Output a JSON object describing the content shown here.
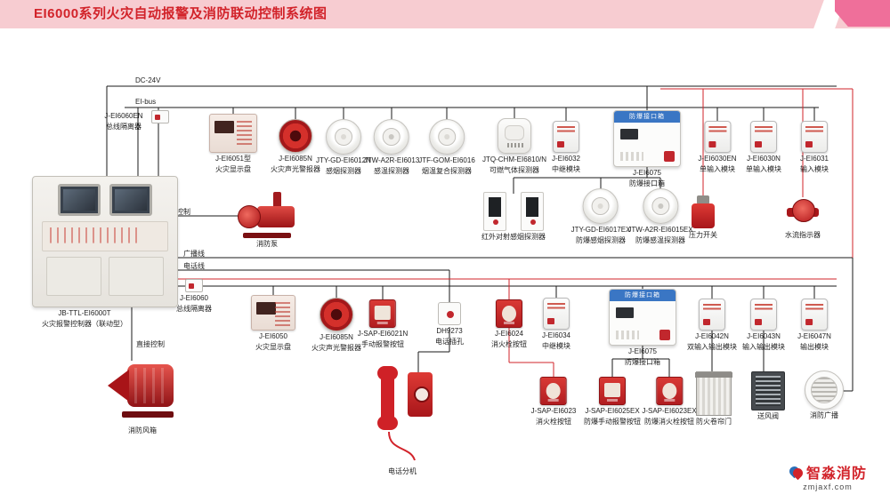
{
  "header": {
    "title": "EI6000系列火灾自动报警及消防联动控制系统图",
    "bg_color": "#f7ccd1",
    "title_color": "#d2232a",
    "ribbon_color": "#ef6f9a"
  },
  "labels": {
    "dc24v": "DC-24V",
    "eibus": "EI-bus",
    "direct_top": "直接控制",
    "direct_bottom": "直接控制",
    "broadcast": "广播线",
    "phone_line": "电话线"
  },
  "colors": {
    "wire_black": "#1a1a1a",
    "wire_red": "#d2232a",
    "expbox_strip_blue": "#3a76c4",
    "device_red": "#c1272d"
  },
  "devices": {
    "iso_top": {
      "model": "J-EI6060EN",
      "name": "总线隔离器"
    },
    "display_top": {
      "model": "J-EI6051型",
      "name": "火灾显示盘"
    },
    "sounder_top": {
      "model": "J-EI6085N",
      "name": "火灾声光警报器"
    },
    "smoke": {
      "model": "JTY-GD-EI6012N",
      "name": "感烟探测器"
    },
    "heat": {
      "model": "JTW-A2R-EI6013",
      "name": "感温探测器"
    },
    "combo": {
      "model": "JTF-GOM-EI6016",
      "name": "烟温复合探测器"
    },
    "gas": {
      "model": "JTQ-CHM-EI6810/N",
      "name": "可燃气体探测器"
    },
    "relay_top": {
      "model": "J-EI6032",
      "name": "中继模块"
    },
    "expbox_top": {
      "model": "J-EI6075",
      "name": "防爆接口箱",
      "box_label": "防爆接口箱"
    },
    "in1en": {
      "model": "J-EI6030EN",
      "name": "单输入模块"
    },
    "in1n": {
      "model": "J-EI6030N",
      "name": "单输入模块"
    },
    "in6031": {
      "model": "J-EI6031",
      "name": "输入模块"
    },
    "pump": {
      "name": "消防泵"
    },
    "beam": {
      "name": "红外对射感烟探测器"
    },
    "ex_smoke": {
      "model": "JTY-GD-EI6017EX",
      "name": "防爆感烟探测器"
    },
    "ex_heat": {
      "model": "JTW-A2R-EI6015EX",
      "name": "防爆感温探测器"
    },
    "pressure": {
      "name": "压力开关"
    },
    "flow": {
      "name": "水流指示器"
    },
    "console": {
      "model": "JB-TTL-EI6000T",
      "name": "火灾报警控制器（联动型）"
    },
    "iso_mid": {
      "model": "J-EI6060",
      "name": "总线隔离器"
    },
    "display_bot": {
      "model": "J-EI6050",
      "name": "火灾显示盘"
    },
    "sounder_bot": {
      "model": "J-EI6085N",
      "name": "火灾声光警报器"
    },
    "mcp": {
      "model": "J-SAP-EI6021N",
      "name": "手动报警按钮"
    },
    "jack": {
      "model": "DH9273",
      "name": "电话插孔"
    },
    "hydrant_mod": {
      "model": "J-EI6024",
      "name": "消火栓按钮"
    },
    "relay_bot": {
      "model": "J-EI6034",
      "name": "中继模块"
    },
    "expbox_bot": {
      "model": "J-EI6075",
      "name": "防爆接口箱",
      "box_label": "防爆接口箱"
    },
    "io2": {
      "model": "J-EI6042N",
      "name": "双输入输出模块"
    },
    "io1": {
      "model": "J-EI6043N",
      "name": "输入输出模块"
    },
    "out1": {
      "model": "J-EI6047N",
      "name": "输出模块"
    },
    "fan": {
      "name": "消防风箱"
    },
    "phone": {
      "name": "电话分机"
    },
    "hydrant_btn": {
      "model": "J-SAP-EI6023",
      "name": "消火栓按钮"
    },
    "ex_mcp": {
      "model": "J-SAP-EI6025EX",
      "name": "防爆手动报警按钮"
    },
    "ex_hydrant": {
      "model": "J-SAP-EI6023EX",
      "name": "防爆消火栓按钮"
    },
    "shutter": {
      "name": "防火卷帘门"
    },
    "damper": {
      "name": "送风阀"
    },
    "speaker": {
      "name": "消防广播"
    }
  },
  "logo": {
    "brand": "智淼消防",
    "site": "zmjaxf.com"
  }
}
